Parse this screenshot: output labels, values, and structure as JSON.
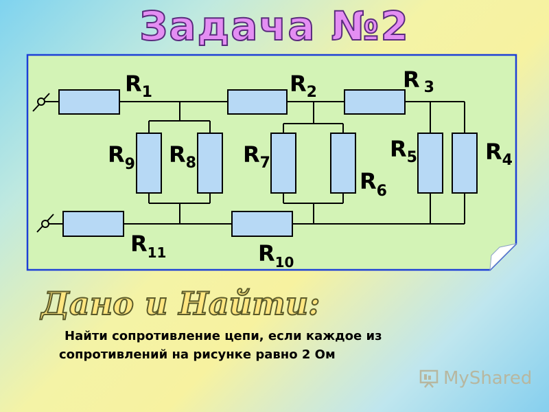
{
  "title": "Задача №2",
  "circuit": {
    "resistors": [
      {
        "id": "R1",
        "base": "R",
        "sub": "1"
      },
      {
        "id": "R2",
        "base": "R",
        "sub": "2"
      },
      {
        "id": "R3",
        "base": "R",
        "sub": "3"
      },
      {
        "id": "R4",
        "base": "R",
        "sub": "4"
      },
      {
        "id": "R5",
        "base": "R",
        "sub": "5"
      },
      {
        "id": "R6",
        "base": "R",
        "sub": "6"
      },
      {
        "id": "R7",
        "base": "R",
        "sub": "7"
      },
      {
        "id": "R8",
        "base": "R",
        "sub": "8"
      },
      {
        "id": "R9",
        "base": "R",
        "sub": "9"
      },
      {
        "id": "R10",
        "base": "R",
        "sub": "10"
      },
      {
        "id": "R11",
        "base": "R",
        "sub": "11"
      }
    ],
    "colors": {
      "card_fill": "#d3f3b6",
      "card_border": "#1d3fd6",
      "resistor_fill": "#b7d9f5",
      "wire": "#000000"
    }
  },
  "section_title": "Дано и Найти:",
  "task_line1": "Найти сопротивление цепи, если каждое из",
  "task_line2": "сопротивлений на рисунке равно 2 Ом",
  "watermark": "MyShared"
}
